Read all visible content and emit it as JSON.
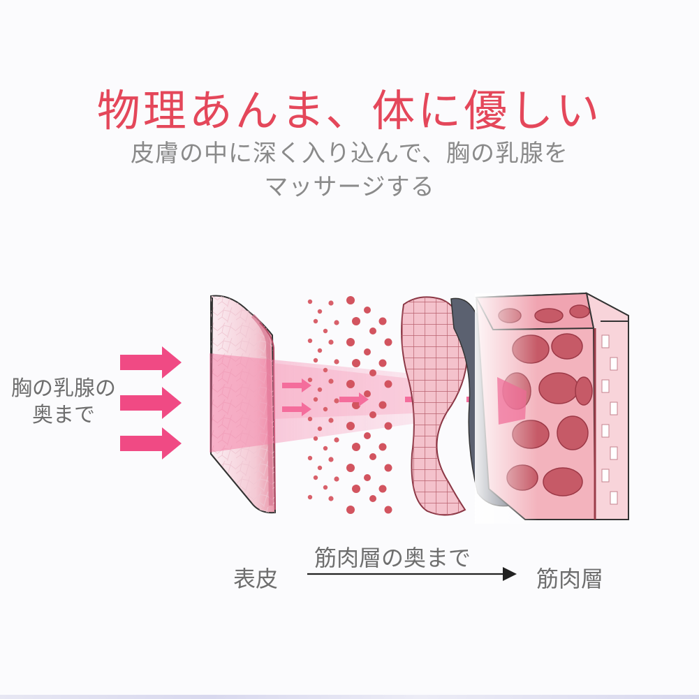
{
  "title": "物理あんま、体に優しい",
  "subtitle_line1": "皮膚の中に深く入り込んで、胸の乳腺を",
  "subtitle_line2": "マッサージする",
  "side_label_line1": "胸の乳腺の",
  "side_label_line2": "奥まで",
  "axis": {
    "left_label": "表皮",
    "center_label": "筋肉層の奥まで",
    "right_label": "筋肉層"
  },
  "colors": {
    "title": "#e4475a",
    "arrow_pink": "#f04a84",
    "dot_red": "#c8464f",
    "tissue_pink": "#f3b3bd",
    "tissue_dark": "#b8505c",
    "text_gray": "#6e6e6e"
  }
}
